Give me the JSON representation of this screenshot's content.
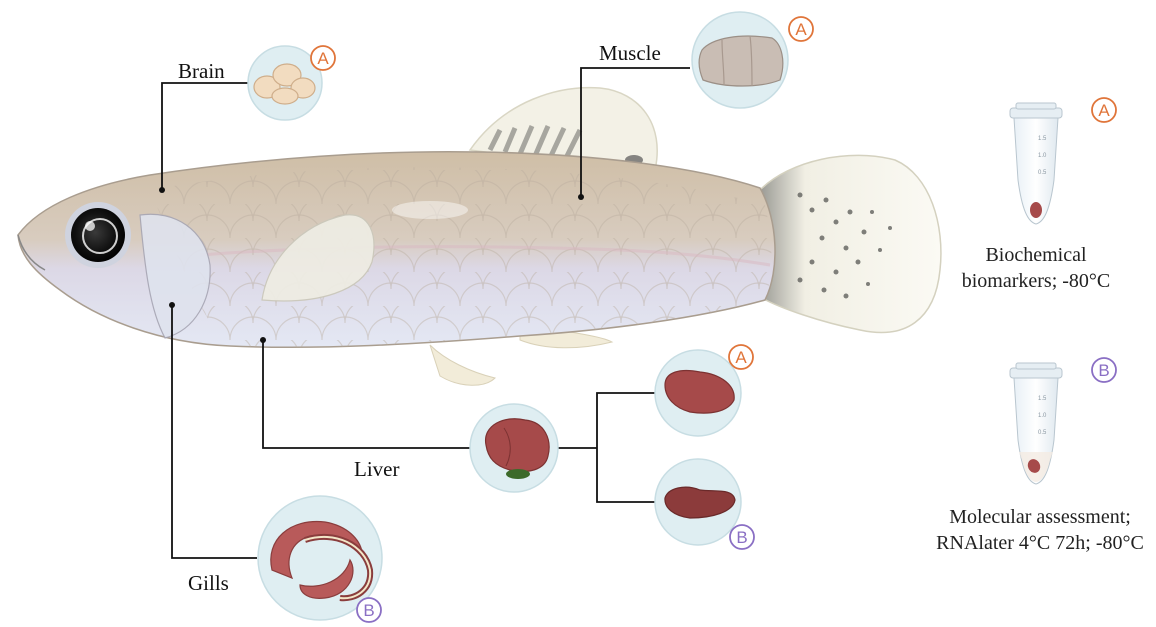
{
  "labels": {
    "brain": "Brain",
    "muscle": "Muscle",
    "liver": "Liver",
    "gills": "Gills"
  },
  "badges": {
    "a": "A",
    "b": "B"
  },
  "storage": {
    "a_caption_line1": "Biochemical",
    "a_caption_line2": "biomarkers; -80°C",
    "b_caption_line1": "Molecular assessment;",
    "b_caption_line2": "RNAlater 4°C 72h; -80°C"
  },
  "tube_marks": [
    "1.5",
    "1.0",
    "0.5"
  ],
  "colors": {
    "badge_a": "#e0753a",
    "badge_b": "#8a6fc4",
    "leader_line": "#111111",
    "circle_fill": "#dfeef2",
    "fish_body": "#d9cab6",
    "fish_belly": "#e6e9f3",
    "tissue_red": "#a64a4a"
  },
  "icons": {
    "brain": "brain-icon",
    "muscle": "muscle-tissue-icon",
    "liver": "liver-icon",
    "gills": "gills-icon",
    "tube": "microtube-icon"
  }
}
